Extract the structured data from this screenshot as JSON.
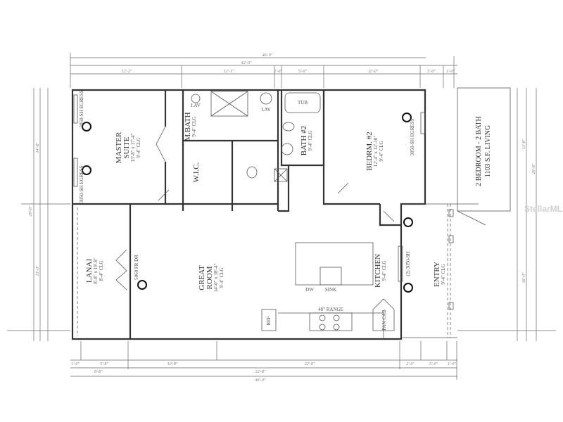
{
  "title_block": {
    "line1": "2 BEDROOM - 2 BATH",
    "line2": "1103 S.F. LIVING"
  },
  "watermark": "StellarMLS",
  "rooms": {
    "master": {
      "name1": "MASTER",
      "name2": "SUITE",
      "size": "13'-8\" x 17'-4\"",
      "ceiling": "9'-4\" CLG"
    },
    "mbath": {
      "name": "M.BATH",
      "ceiling": "9'-4\" CLG"
    },
    "wic": {
      "name": "W.I.C."
    },
    "bath2": {
      "name": "BATH #2",
      "ceiling": "9'-4\" CLG"
    },
    "bedrm2": {
      "name": "BEDRM. #2",
      "size": "12'-4\" x 12'-10\"",
      "ceiling": "9'-4\" CLG"
    },
    "great": {
      "name1": "GREAT",
      "name2": "ROOM",
      "size": "14'-0\" x 18'-4\"",
      "ceiling": "9'-4\" CLG"
    },
    "lanai": {
      "name": "LANAI",
      "size": "8'-8\" x 19'-8\"",
      "ceiling": "8'-4\" CLG"
    },
    "kitchen": {
      "name": "KITCHEN",
      "ceiling": "9'-4\" CLG"
    },
    "entry": {
      "name": "ENTRY",
      "ceiling": "9'-4\" CLG"
    }
  },
  "fixtures": {
    "tub": "TUB",
    "lav": "LAV",
    "lav2": "LAV",
    "ref": "REF",
    "range": "48\" RANGE",
    "pan_cab": "PAN CAB",
    "sink": "SINK",
    "dw": "DW",
    "door": "5060 FR DR",
    "win_master1": "3050-SH EGRESS",
    "win_master2": "3050-SH EGRESS",
    "win_bed": "3050-SH EGRESS",
    "win_kitchen": "(2) 3050-SH"
  },
  "dimensions": {
    "top_overall": "46'-0\"",
    "top_mid": "42'-0\"",
    "top_segments": [
      "12'-2\"",
      "12'-1\"",
      "2'-0\"",
      "5'-0\"",
      "11'-0\"",
      "5'-0\"",
      "1'-0\""
    ],
    "bottom_overall": "46'-0\"",
    "bottom_mid": [
      "8'-8\"",
      "32'-8\""
    ],
    "bottom_segments": [
      "1'-0\"",
      "5'-8\"",
      "10'-8\"",
      "22'-0\"",
      "2'-0\"",
      "5'-0\"",
      "1'-0\""
    ],
    "left_overall": "29'-8\"",
    "left_segments": [
      "14'-8\"",
      "15'-0\""
    ],
    "right_overall": "29'-8\"",
    "right_segments": [
      "13'-8\"",
      "16'-0\""
    ]
  }
}
